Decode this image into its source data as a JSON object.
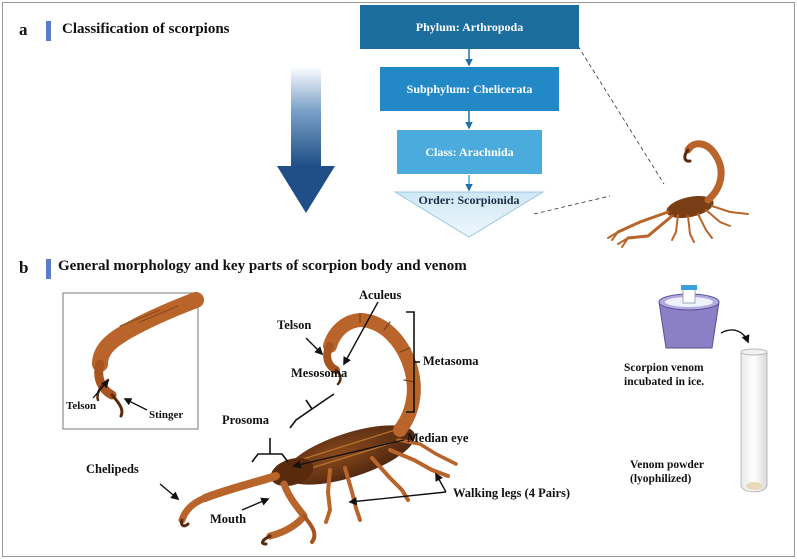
{
  "panel_a": {
    "letter": "a",
    "title": "Classification of scorpions",
    "phylum": "Phylum: Arthropoda",
    "subphylum": "Subphylum: Chelicerata",
    "class": "Class: Arachnida",
    "order": "Order: Scorpionida"
  },
  "panel_b": {
    "letter": "b",
    "title": "General morphology and key parts of scorpion body and venom",
    "inset": {
      "telson": "Telson",
      "stinger": "Stinger"
    },
    "parts": {
      "aculeus": "Aculeus",
      "telson": "Telson",
      "mesosoma": "Mesosoma",
      "metasoma": "Metasoma",
      "prosoma": "Prosoma",
      "median_eye": "Median eye",
      "chelipeds": "Chelipeds",
      "mouth": "Mouth",
      "walking_legs": "Walking legs (4 Pairs)"
    },
    "venom": {
      "incubated": "Scorpion venom incubated in ice.",
      "powder": "Venom powder (lyophilized)"
    }
  },
  "colors": {
    "phylum": "#1a6d9c",
    "subphylum": "#2288c6",
    "class": "#4aabdc",
    "order": "#d7ecf7",
    "accent_bar": "#5b7cc8",
    "scorpion": "#b8642a"
  }
}
